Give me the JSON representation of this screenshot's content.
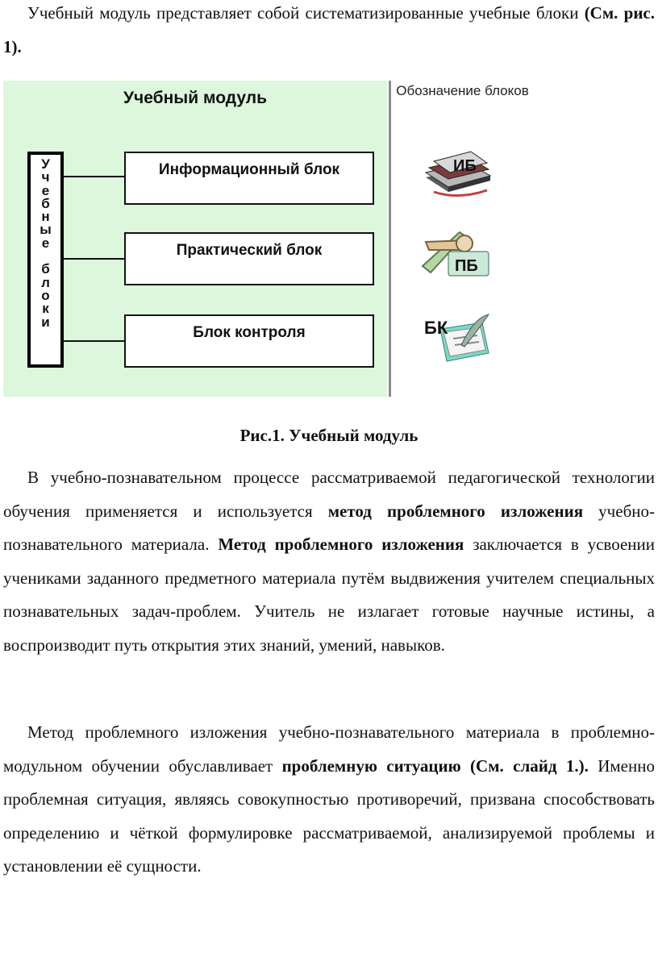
{
  "intro": {
    "text": "Учебный модуль представляет собой  систематизированные учебные блоки ",
    "ref": "(См. рис. 1)."
  },
  "figure": {
    "title": "Учебный модуль",
    "vertical_label": [
      "У",
      "ч",
      "е",
      "б",
      "н",
      "ы",
      "е",
      " ",
      "б",
      "л",
      "о",
      "к",
      "и"
    ],
    "blocks": [
      "Информационный блок",
      "Практический блок",
      "Блок контроля"
    ],
    "legend_title": "Обозначение блоков",
    "icons": [
      {
        "name": "info-block-icon",
        "label": "ИБ"
      },
      {
        "name": "practical-block-icon",
        "label": "ПБ"
      },
      {
        "name": "control-block-icon",
        "label": "БК"
      }
    ]
  },
  "caption": "Рис.1. Учебный модуль",
  "para1": {
    "t1": "В учебно-познавательном процессе рассматриваемой педагогической технологии обучения применяется и используется ",
    "b1": "метод проблемного изложения",
    "t2": " учебно-познавательного материала. ",
    "b2": "Метод проблемного изложения",
    "t3": " заключается в усвоении учениками заданного предметного материала путём выдвижения учителем специальных познавательных задач-проблем. Учитель не излагает готовые научные истины, а воспроизводит путь открытия этих знаний, умений, навыков."
  },
  "para2": {
    "t1": "Метод проблемного изложения учебно-познавательного материала в проблемно-модульном обучении обуславливает ",
    "b1": "проблемную ситуацию (См. слайд 1.).",
    "t2": " Именно проблемная ситуация, являясь совокупностью противоречий, призвана способствовать определению и чёткой формулировке рассматриваемой, анализируемой проблемы и установлении её сущности."
  },
  "colors": {
    "figure_background": "#dcf7dc",
    "separator": "#8a8a8a"
  }
}
